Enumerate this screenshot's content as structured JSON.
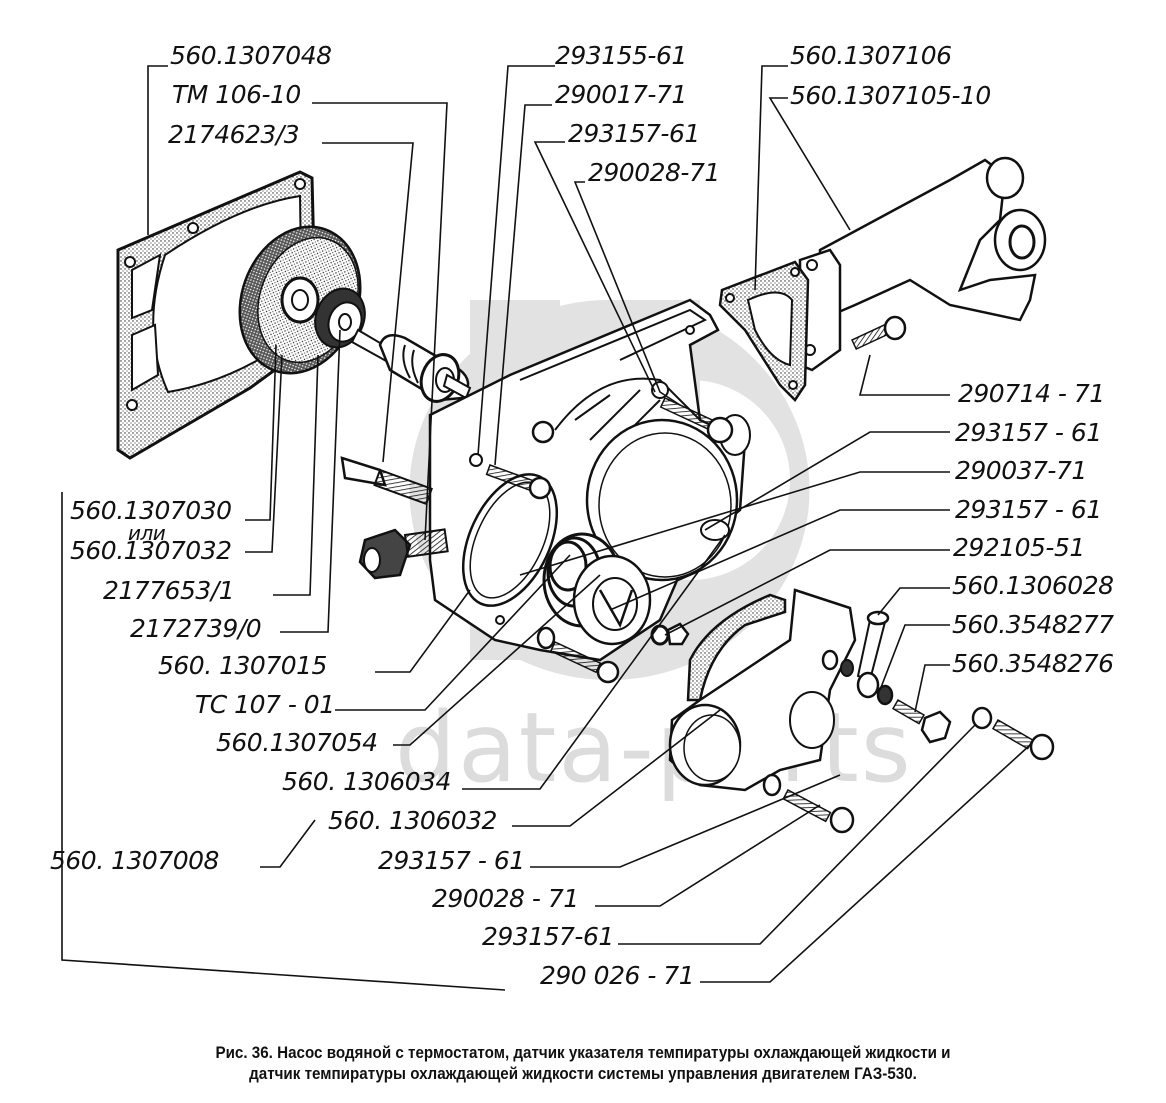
{
  "figure": {
    "caption_line1": "Рис. 36. Насос водяной с термостатом, датчик указателя темпиратуры охлаждающей жидкости и",
    "caption_line2": "датчик темпиратуры охлаждающей жидкости системы управления двигателем ГАЗ-530.",
    "watermark": "data-parts"
  },
  "callouts": {
    "left": [
      {
        "id": "gasket-pump",
        "label": "560.1307048"
      },
      {
        "id": "pump-seal",
        "label": "ТМ 106-10"
      },
      {
        "id": "bearing-shaft",
        "label": "2174623/3"
      },
      {
        "id": "temp-sensor-a",
        "label": "560.1307030"
      },
      {
        "id": "or-word",
        "label": "или"
      },
      {
        "id": "temp-sensor-b",
        "label": "560.1307032"
      },
      {
        "id": "impeller",
        "label": "2177653/1"
      },
      {
        "id": "pulley-hub",
        "label": "2172739/0"
      },
      {
        "id": "pump-body",
        "label": "560. 1307015"
      },
      {
        "id": "thermostat",
        "label": "ТС 107 - 01"
      },
      {
        "id": "thermostat-gasket",
        "label": "560.1307054"
      },
      {
        "id": "outlet-pipe",
        "label": "560. 1306034"
      },
      {
        "id": "outlet-gasket",
        "label": "560. 1306032"
      },
      {
        "id": "pump-assembly",
        "label": "560. 1307008"
      },
      {
        "id": "washer-1",
        "label": "293157 - 61"
      },
      {
        "id": "bolt-1",
        "label": "290028 - 71"
      },
      {
        "id": "washer-2",
        "label": "293157-61"
      },
      {
        "id": "bolt-2",
        "label": "290 026 - 71"
      }
    ],
    "top": [
      {
        "id": "nut",
        "label": "293155-61"
      },
      {
        "id": "stud",
        "label": "290017-71"
      },
      {
        "id": "washer-top",
        "label": "293157-61"
      },
      {
        "id": "bolt-top",
        "label": "290028-71"
      }
    ],
    "right": [
      {
        "id": "inlet-pipe",
        "label": "560.1307106"
      },
      {
        "id": "inlet-gasket",
        "label": "560.1307105-10"
      },
      {
        "id": "bolt-inlet",
        "label": "290714 - 71"
      },
      {
        "id": "washer-r1",
        "label": "293157 - 61"
      },
      {
        "id": "stud-r",
        "label": "290037-71"
      },
      {
        "id": "washer-r2",
        "label": "293157 - 61"
      },
      {
        "id": "nut-r",
        "label": "292105-51"
      },
      {
        "id": "bypass-tube",
        "label": "560.1306028"
      },
      {
        "id": "seal-washer",
        "label": "560.3548277"
      },
      {
        "id": "banjo-bolt",
        "label": "560.3548276"
      }
    ]
  },
  "colors": {
    "ink": "#111111",
    "watermark": "#dcdcdc",
    "background": "#ffffff"
  }
}
